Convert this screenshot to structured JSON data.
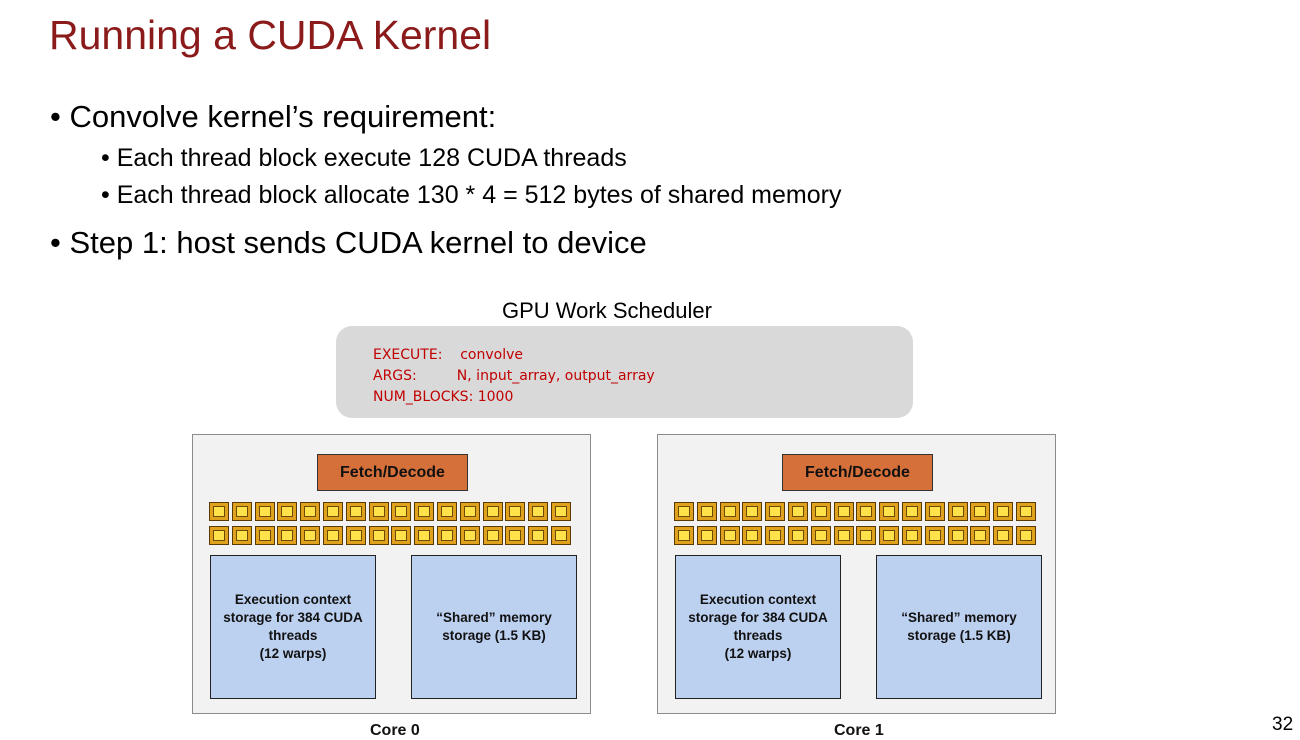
{
  "slide": {
    "title": "Running a CUDA Kernel",
    "bullets": [
      "Convolve kernel’s requirement:",
      "Each thread block execute 128 CUDA threads",
      "Each thread block allocate 130 * 4 = 512 bytes of shared memory",
      "Step 1: host sends CUDA kernel to device"
    ],
    "bullet_char": "•",
    "page_number": "32"
  },
  "scheduler": {
    "title": "GPU Work Scheduler",
    "lines": [
      "EXECUTE:    convolve",
      "ARGS:         N, input_array, output_array",
      "NUM_BLOCKS: 1000"
    ]
  },
  "cores": [
    {
      "label": "Core 0",
      "fetch_decode": "Fetch/Decode",
      "exec_context": "Execution context\nstorage for 384 CUDA\nthreads\n(12 warps)",
      "shared_memory": "“Shared” memory\nstorage (1.5 KB)"
    },
    {
      "label": "Core 1",
      "fetch_decode": "Fetch/Decode",
      "exec_context": "Execution context\nstorage for 384 CUDA\nthreads\n(12 warps)",
      "shared_memory": "“Shared” memory\nstorage (1.5 KB)"
    }
  ],
  "colors": {
    "title": "#8b1a1a",
    "scheduler_text": "#c00000",
    "fetch_decode": "#d5703a",
    "alu": "#e0a21c",
    "storage": "#bcd0f0"
  }
}
